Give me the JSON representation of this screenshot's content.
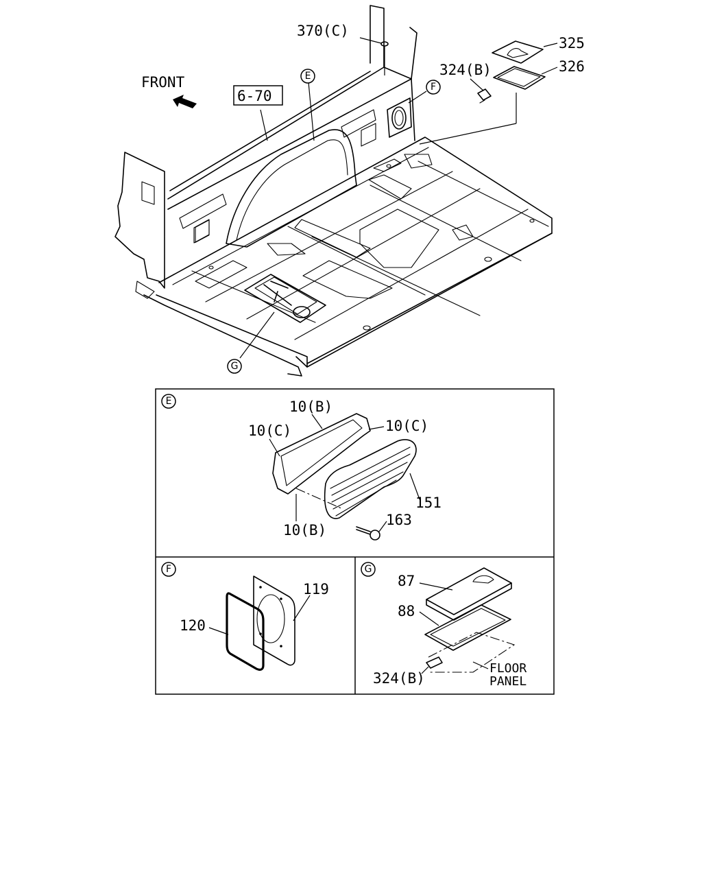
{
  "main_view": {
    "front_label": "FRONT",
    "ref_box": "6-70",
    "callouts": {
      "c370": "370(C)",
      "c325": "325",
      "c326": "326",
      "c324b": "324(B)",
      "circle_e": "E",
      "circle_f": "F",
      "circle_g": "G"
    }
  },
  "detail_e": {
    "circle": "E",
    "labels": {
      "l10b_top": "10(B)",
      "l10c_left": "10(C)",
      "l10c_right": "10(C)",
      "l151": "151",
      "l163": "163",
      "l10b_bottom": "10(B)"
    }
  },
  "detail_f": {
    "circle": "F",
    "labels": {
      "l119": "119",
      "l120": "120"
    }
  },
  "detail_g": {
    "circle": "G",
    "labels": {
      "l87": "87",
      "l88": "88",
      "l324b": "324(B)",
      "floor_line1": "FLOOR",
      "floor_line2": "PANEL"
    }
  },
  "icons": [
    "front-arrow-icon"
  ]
}
